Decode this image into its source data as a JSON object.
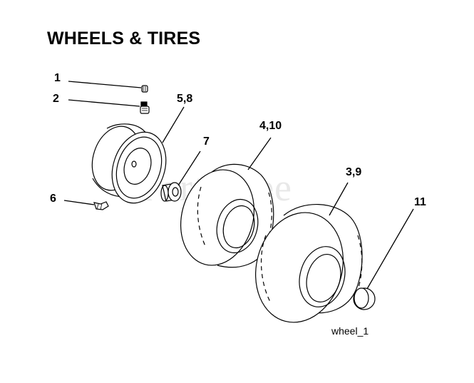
{
  "title": "WHEELS & TIRES",
  "watermark": "PartsTree",
  "caption": "wheel_1",
  "callouts": {
    "c1": "1",
    "c2": "2",
    "c58": "5,8",
    "c7": "7",
    "c410": "4,10",
    "c39": "3,9",
    "c6": "6",
    "c11": "11"
  }
}
